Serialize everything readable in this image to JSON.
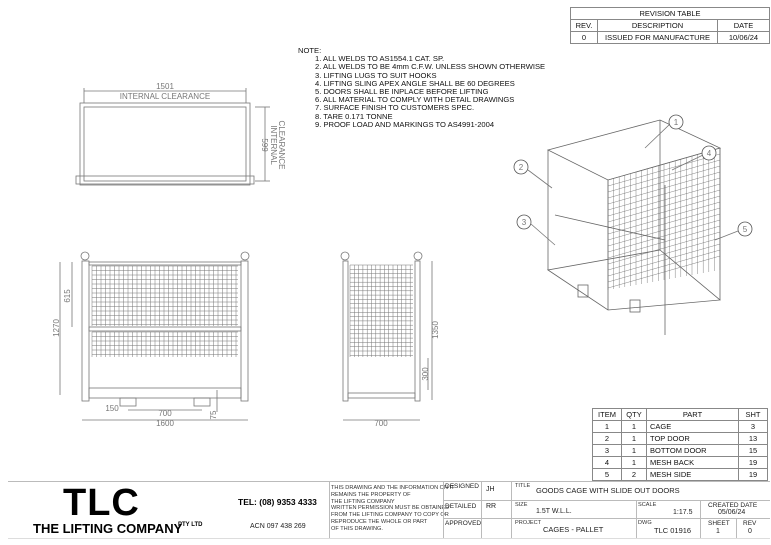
{
  "revision_table": {
    "title": "REVISION TABLE",
    "headers": [
      "REV.",
      "DESCRIPTION",
      "DATE"
    ],
    "rows": [
      [
        "0",
        "ISSUED FOR MANUFACTURE",
        "10/06/24"
      ]
    ]
  },
  "notes": {
    "title": "NOTE:",
    "items": [
      "1. ALL WELDS TO AS1554.1 CAT. SP.",
      "2. ALL WELDS TO BE 4mm C.F.W. UNLESS SHOWN OTHERWISE",
      "3. LIFTING LUGS TO SUIT HOOKS",
      "4. LIFTING SLING APEX ANGLE SHALL BE 60 DEGREES",
      "5. DOORS SHALL BE INPLACE BEFORE LIFTING",
      "6. ALL MATERIAL TO COMPLY WITH DETAIL DRAWINGS",
      "7. SURFACE FINISH TO CUSTOMERS SPEC.",
      "8. TARE 0.171 TONNE",
      "9. PROOF LOAD AND MARKINGS TO AS4991-2004"
    ]
  },
  "top_view": {
    "width_dim": "1501",
    "width_label": "INTERNAL CLEARANCE",
    "depth_dim": "599",
    "depth_label_1": "INTERNAL",
    "depth_label_2": "CLEARANCE"
  },
  "front_view": {
    "height_dim": "1270",
    "upper_dim": "615",
    "width_dim": "1600",
    "pocket_width": "700",
    "pocket_offset": "150",
    "pocket_height": "75"
  },
  "side_view": {
    "depth_dim": "700",
    "height_dim": "1350",
    "door_dim": "300"
  },
  "balloons": [
    "1",
    "2",
    "3",
    "4",
    "5"
  ],
  "parts_table": {
    "headers": [
      "ITEM",
      "QTY",
      "PART",
      "SHT"
    ],
    "rows": [
      [
        "1",
        "1",
        "CAGE",
        "3"
      ],
      [
        "2",
        "1",
        "TOP DOOR",
        "13"
      ],
      [
        "3",
        "1",
        "BOTTOM DOOR",
        "15"
      ],
      [
        "4",
        "1",
        "MESH BACK",
        "19"
      ],
      [
        "5",
        "2",
        "MESH SIDE",
        "19"
      ]
    ]
  },
  "title_block": {
    "logo": "TLC",
    "company": "THE LIFTING COMPANY",
    "company_suffix": "PTY LTD",
    "tel": "TEL: (08) 9353 4333",
    "acn": "ACN 097 438 269",
    "disclaimer": [
      "THIS DRAWING AND THE INFORMATION ON IT",
      "REMAINS THE PROPERTY OF",
      "THE LIFTING COMPANY",
      "WRITTEN PERMISSION MUST BE OBTAINED",
      "FROM THE LIFTING COMPANY TO COPY OR",
      "REPRODUCE THE WHOLE OR PART",
      "OF THIS DRAWING."
    ],
    "designed_label": "DESIGNED",
    "designed": "JH",
    "detailed_label": "DETAILED",
    "detailed": "RR",
    "approved_label": "APPROVED",
    "title_label": "TITLE",
    "title": "GOODS CAGE WITH SLIDE OUT DOORS",
    "size_label": "SIZE",
    "size": "1.5T W.L.L.",
    "scale_label": "SCALE",
    "scale": "1:17.5",
    "created_label": "CREATED DATE",
    "created": "05/06/24",
    "project_label": "PROJECT",
    "project": "CAGES - PALLET",
    "dwg_label": "DWG",
    "dwg": "TLC 01916",
    "sheet_label": "SHEET",
    "sheet": "1",
    "rev_label": "REV",
    "rev": "0"
  },
  "colors": {
    "line": "#777777",
    "text": "#111111"
  }
}
